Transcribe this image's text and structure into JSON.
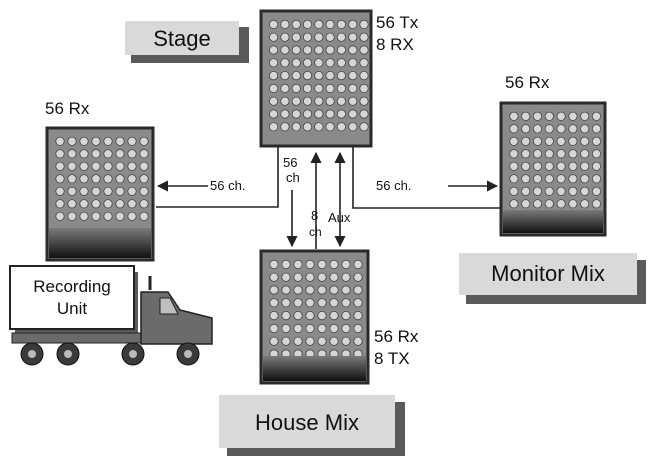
{
  "stage": {
    "title": "Stage",
    "tx": "56 Tx",
    "rx": "8 RX"
  },
  "house": {
    "title": "House Mix",
    "rx": "56 Rx",
    "tx": "8 TX"
  },
  "monitor": {
    "title": "Monitor Mix",
    "rx": "56 Rx"
  },
  "recording": {
    "title_line1": "Recording",
    "title_line2": "Unit",
    "rx": "56 Rx"
  },
  "links": {
    "to_recording": "56 ch.",
    "to_monitor": "56 ch.",
    "to_house_line1": "56",
    "to_house_line2": "ch",
    "return_line1": "8",
    "return_line2": "ch",
    "aux": "Aux"
  },
  "colors": {
    "panel_body": "#8a8a8a",
    "panel_border": "#2a2a2a",
    "knob": "#d6d6d6",
    "label_box": "#d9d9d9",
    "label_shadow": "#5a5a5a",
    "truck": "#6b6b6b"
  }
}
